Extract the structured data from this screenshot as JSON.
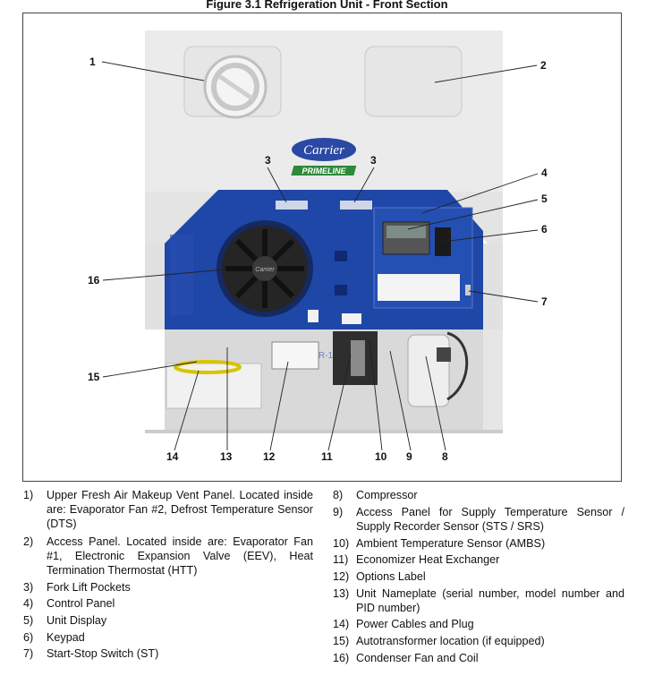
{
  "figure": {
    "title": "Figure 3.1  Refrigeration Unit - Front Section"
  },
  "photo": {
    "brand": "Carrier",
    "model": "PRIMELINE",
    "refrigerant_label": "R-134a",
    "fan_hub_label": "Carrier"
  },
  "callouts": [
    "1",
    "2",
    "3",
    "3",
    "4",
    "5",
    "6",
    "7",
    "16",
    "15",
    "14",
    "13",
    "12",
    "11",
    "10",
    "9",
    "8"
  ],
  "legend_left": [
    {
      "num": "1)",
      "text": "Upper Fresh Air Makeup Vent Panel. Located inside are: Evaporator Fan #2, Defrost Temperature Sensor (DTS)"
    },
    {
      "num": "2)",
      "text": "Access Panel. Located inside are: Evaporator Fan #1, Electronic Expansion Valve (EEV), Heat Termination Thermostat (HTT)"
    },
    {
      "num": "3)",
      "text": "Fork Lift Pockets"
    },
    {
      "num": "4)",
      "text": "Control Panel"
    },
    {
      "num": "5)",
      "text": "Unit Display"
    },
    {
      "num": "6)",
      "text": "Keypad"
    },
    {
      "num": "7)",
      "text": "Start-Stop Switch (ST)"
    }
  ],
  "legend_right": [
    {
      "num": "8)",
      "text": "Compressor"
    },
    {
      "num": "9)",
      "text": "Access Panel for Supply Temperature Sensor / Supply Recorder Sensor (STS / SRS)"
    },
    {
      "num": "10)",
      "text": "Ambient Temperature Sensor (AMBS)"
    },
    {
      "num": "11)",
      "text": "Economizer Heat Exchanger"
    },
    {
      "num": "12)",
      "text": "Options Label"
    },
    {
      "num": "13)",
      "text": "Unit Nameplate (serial number, model number and PID number)"
    },
    {
      "num": "14)",
      "text": "Power Cables and Plug"
    },
    {
      "num": "15)",
      "text": "Autotransformer location (if equipped)"
    },
    {
      "num": "16)",
      "text": "Condenser Fan and Coil"
    }
  ]
}
